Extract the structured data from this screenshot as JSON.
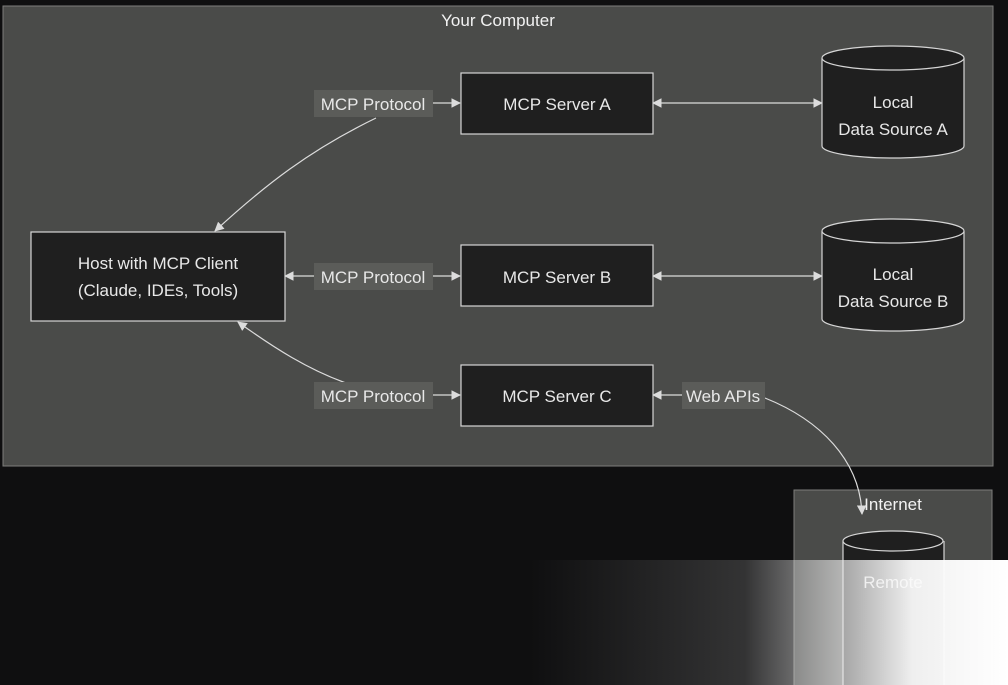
{
  "diagram": {
    "clusters": {
      "your_computer": "Your Computer",
      "internet": "Internet"
    },
    "nodes": {
      "host": {
        "line1": "Host with MCP Client",
        "line2": "(Claude, IDEs, Tools)"
      },
      "server_a": "MCP Server A",
      "server_b": "MCP Server B",
      "server_c": "MCP Server C",
      "source_a": {
        "line1": "Local",
        "line2": "Data Source A"
      },
      "source_b": {
        "line1": "Local",
        "line2": "Data Source B"
      },
      "remote": "Remote"
    },
    "edge_labels": {
      "protocol_a": "MCP Protocol",
      "protocol_b": "MCP Protocol",
      "protocol_c": "MCP Protocol",
      "web_apis": "Web APIs"
    }
  }
}
